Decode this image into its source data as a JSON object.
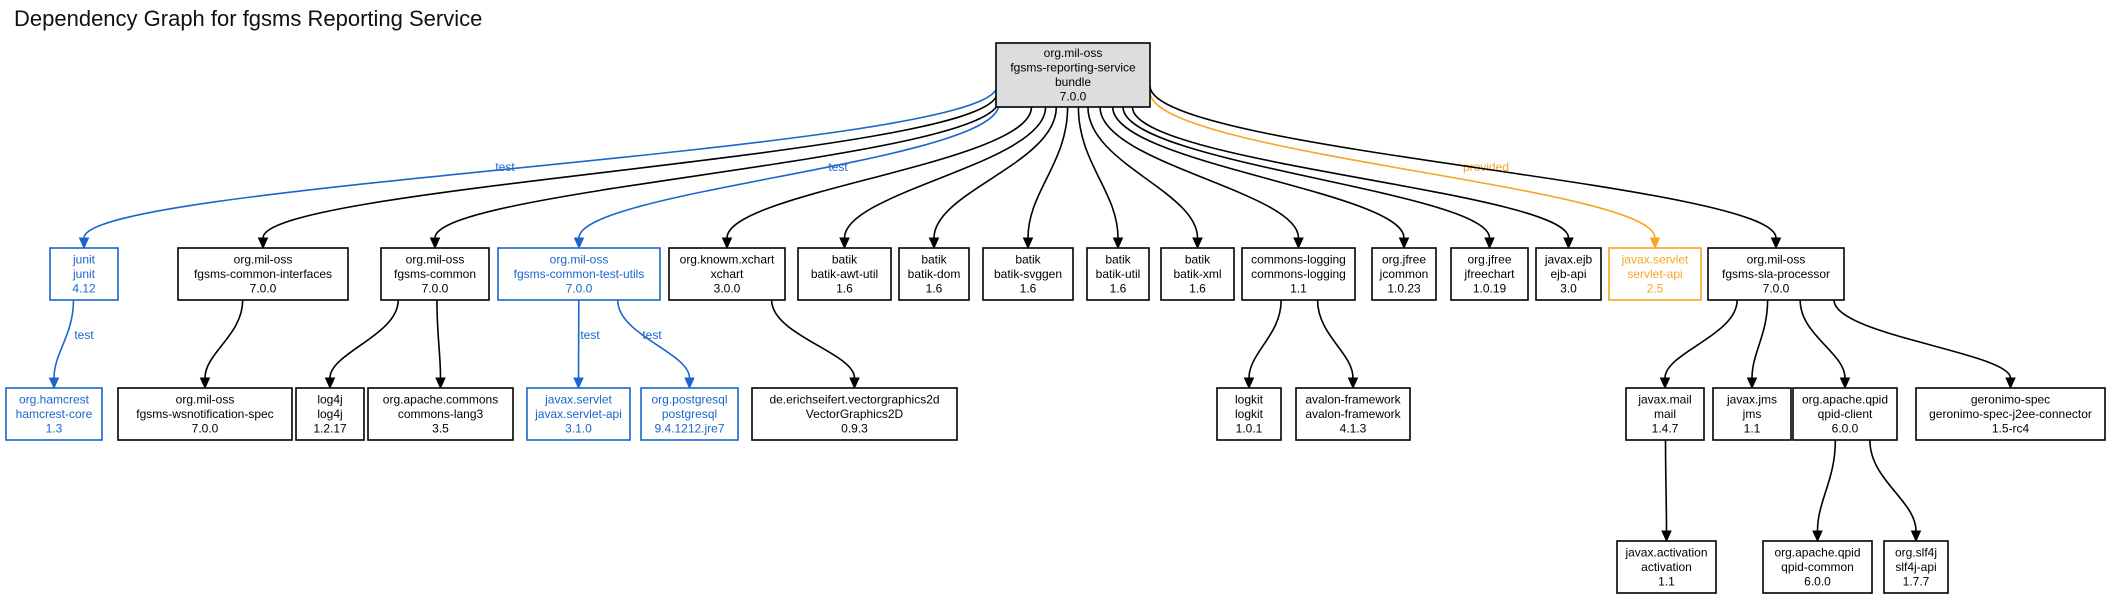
{
  "title": "Dependency Graph for fgsms Reporting Service",
  "colors": {
    "default": "#000000",
    "test": "#1a66cc",
    "provided": "#f5a623",
    "root_fill": "#dddddd"
  },
  "nodes": [
    {
      "id": "root",
      "lines": [
        "org.mil-oss",
        "fgsms-reporting-service",
        "bundle",
        "7.0.0"
      ],
      "scope": "root"
    },
    {
      "id": "junit",
      "lines": [
        "junit",
        "junit",
        "4.12"
      ],
      "scope": "test"
    },
    {
      "id": "cifaces",
      "lines": [
        "org.mil-oss",
        "fgsms-common-interfaces",
        "7.0.0"
      ],
      "scope": "default"
    },
    {
      "id": "common",
      "lines": [
        "org.mil-oss",
        "fgsms-common",
        "7.0.0"
      ],
      "scope": "default"
    },
    {
      "id": "testutils",
      "lines": [
        "org.mil-oss",
        "fgsms-common-test-utils",
        "7.0.0"
      ],
      "scope": "test"
    },
    {
      "id": "xchart",
      "lines": [
        "org.knowm.xchart",
        "xchart",
        "3.0.0"
      ],
      "scope": "default"
    },
    {
      "id": "awtutil",
      "lines": [
        "batik",
        "batik-awt-util",
        "1.6"
      ],
      "scope": "default"
    },
    {
      "id": "dom",
      "lines": [
        "batik",
        "batik-dom",
        "1.6"
      ],
      "scope": "default"
    },
    {
      "id": "svggen",
      "lines": [
        "batik",
        "batik-svggen",
        "1.6"
      ],
      "scope": "default"
    },
    {
      "id": "butil",
      "lines": [
        "batik",
        "batik-util",
        "1.6"
      ],
      "scope": "default"
    },
    {
      "id": "bxml",
      "lines": [
        "batik",
        "batik-xml",
        "1.6"
      ],
      "scope": "default"
    },
    {
      "id": "clog",
      "lines": [
        "commons-logging",
        "commons-logging",
        "1.1"
      ],
      "scope": "default"
    },
    {
      "id": "jcommon",
      "lines": [
        "org.jfree",
        "jcommon",
        "1.0.23"
      ],
      "scope": "default"
    },
    {
      "id": "jfreechart",
      "lines": [
        "org.jfree",
        "jfreechart",
        "1.0.19"
      ],
      "scope": "default"
    },
    {
      "id": "ejb",
      "lines": [
        "javax.ejb",
        "ejb-api",
        "3.0"
      ],
      "scope": "default"
    },
    {
      "id": "servlet25",
      "lines": [
        "javax.servlet",
        "servlet-api",
        "2.5"
      ],
      "scope": "provided"
    },
    {
      "id": "sla",
      "lines": [
        "org.mil-oss",
        "fgsms-sla-processor",
        "7.0.0"
      ],
      "scope": "default"
    },
    {
      "id": "hamcrest",
      "lines": [
        "org.hamcrest",
        "hamcrest-core",
        "1.3"
      ],
      "scope": "test"
    },
    {
      "id": "wsnotif",
      "lines": [
        "org.mil-oss",
        "fgsms-wsnotification-spec",
        "7.0.0"
      ],
      "scope": "default"
    },
    {
      "id": "log4j",
      "lines": [
        "log4j",
        "log4j",
        "1.2.17"
      ],
      "scope": "default"
    },
    {
      "id": "lang3",
      "lines": [
        "org.apache.commons",
        "commons-lang3",
        "3.5"
      ],
      "scope": "default"
    },
    {
      "id": "servlet31",
      "lines": [
        "javax.servlet",
        "javax.servlet-api",
        "3.1.0"
      ],
      "scope": "test"
    },
    {
      "id": "postgres",
      "lines": [
        "org.postgresql",
        "postgresql",
        "9.4.1212.jre7"
      ],
      "scope": "test"
    },
    {
      "id": "vg2d",
      "lines": [
        "de.erichseifert.vectorgraphics2d",
        "VectorGraphics2D",
        "0.9.3"
      ],
      "scope": "default"
    },
    {
      "id": "logkit",
      "lines": [
        "logkit",
        "logkit",
        "1.0.1"
      ],
      "scope": "default"
    },
    {
      "id": "avalon",
      "lines": [
        "avalon-framework",
        "avalon-framework",
        "4.1.3"
      ],
      "scope": "default"
    },
    {
      "id": "mail",
      "lines": [
        "javax.mail",
        "mail",
        "1.4.7"
      ],
      "scope": "default"
    },
    {
      "id": "jms",
      "lines": [
        "javax.jms",
        "jms",
        "1.1"
      ],
      "scope": "default"
    },
    {
      "id": "qpidclient",
      "lines": [
        "org.apache.qpid",
        "qpid-client",
        "6.0.0"
      ],
      "scope": "default"
    },
    {
      "id": "geronimo",
      "lines": [
        "geronimo-spec",
        "geronimo-spec-j2ee-connector",
        "1.5-rc4"
      ],
      "scope": "default"
    },
    {
      "id": "activation",
      "lines": [
        "javax.activation",
        "activation",
        "1.1"
      ],
      "scope": "default"
    },
    {
      "id": "qpidcommon",
      "lines": [
        "org.apache.qpid",
        "qpid-common",
        "6.0.0"
      ],
      "scope": "default"
    },
    {
      "id": "slf4j",
      "lines": [
        "org.slf4j",
        "slf4j-api",
        "1.7.7"
      ],
      "scope": "default"
    }
  ],
  "edges": [
    {
      "from": "root",
      "to": "junit",
      "scope": "test",
      "label": "test"
    },
    {
      "from": "root",
      "to": "cifaces",
      "scope": "default",
      "label": ""
    },
    {
      "from": "root",
      "to": "common",
      "scope": "default",
      "label": ""
    },
    {
      "from": "root",
      "to": "testutils",
      "scope": "test",
      "label": "test"
    },
    {
      "from": "root",
      "to": "xchart",
      "scope": "default",
      "label": ""
    },
    {
      "from": "root",
      "to": "awtutil",
      "scope": "default",
      "label": ""
    },
    {
      "from": "root",
      "to": "dom",
      "scope": "default",
      "label": ""
    },
    {
      "from": "root",
      "to": "svggen",
      "scope": "default",
      "label": ""
    },
    {
      "from": "root",
      "to": "butil",
      "scope": "default",
      "label": ""
    },
    {
      "from": "root",
      "to": "bxml",
      "scope": "default",
      "label": ""
    },
    {
      "from": "root",
      "to": "clog",
      "scope": "default",
      "label": ""
    },
    {
      "from": "root",
      "to": "jcommon",
      "scope": "default",
      "label": ""
    },
    {
      "from": "root",
      "to": "jfreechart",
      "scope": "default",
      "label": ""
    },
    {
      "from": "root",
      "to": "ejb",
      "scope": "default",
      "label": ""
    },
    {
      "from": "root",
      "to": "servlet25",
      "scope": "provided",
      "label": "provided"
    },
    {
      "from": "root",
      "to": "sla",
      "scope": "default",
      "label": ""
    },
    {
      "from": "junit",
      "to": "hamcrest",
      "scope": "test",
      "label": "test"
    },
    {
      "from": "cifaces",
      "to": "wsnotif",
      "scope": "default",
      "label": ""
    },
    {
      "from": "common",
      "to": "log4j",
      "scope": "default",
      "label": ""
    },
    {
      "from": "common",
      "to": "lang3",
      "scope": "default",
      "label": ""
    },
    {
      "from": "testutils",
      "to": "servlet31",
      "scope": "test",
      "label": "test"
    },
    {
      "from": "testutils",
      "to": "postgres",
      "scope": "test",
      "label": "test"
    },
    {
      "from": "xchart",
      "to": "vg2d",
      "scope": "default",
      "label": ""
    },
    {
      "from": "clog",
      "to": "logkit",
      "scope": "default",
      "label": ""
    },
    {
      "from": "clog",
      "to": "avalon",
      "scope": "default",
      "label": ""
    },
    {
      "from": "sla",
      "to": "mail",
      "scope": "default",
      "label": ""
    },
    {
      "from": "sla",
      "to": "jms",
      "scope": "default",
      "label": ""
    },
    {
      "from": "sla",
      "to": "qpidclient",
      "scope": "default",
      "label": ""
    },
    {
      "from": "sla",
      "to": "geronimo",
      "scope": "default",
      "label": ""
    },
    {
      "from": "mail",
      "to": "activation",
      "scope": "default",
      "label": ""
    },
    {
      "from": "qpidclient",
      "to": "qpidcommon",
      "scope": "default",
      "label": ""
    },
    {
      "from": "qpidclient",
      "to": "slf4j",
      "scope": "default",
      "label": ""
    }
  ]
}
